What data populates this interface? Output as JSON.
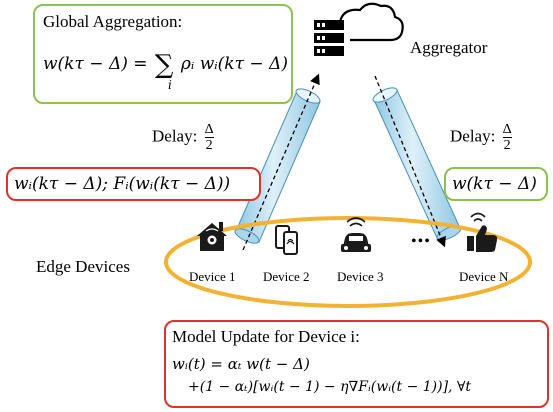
{
  "aggregation": {
    "title": "Global Aggregation:",
    "formula": "w(kτ − Δ) = Σ_i ρ_i w_i(kτ − Δ)",
    "lhs": "w(kτ − Δ) =",
    "sum_symbol": "∑",
    "sum_index": "i",
    "rhs": "ρᵢ wᵢ(kτ − Δ)"
  },
  "aggregator_label": "Aggregator",
  "delay": {
    "prefix": "Delay:",
    "numerator": "Δ",
    "denominator": "2"
  },
  "upload_box": "wᵢ(kτ − Δ); Fᵢ(wᵢ(kτ − Δ))",
  "download_box": "w(kτ − Δ)",
  "edge_devices_label": "Edge Devices",
  "devices": [
    {
      "label": "Device 1",
      "icon": "smart-home-icon"
    },
    {
      "label": "Device 2",
      "icon": "smartphones-icon"
    },
    {
      "label": "Device 3",
      "icon": "connected-car-icon"
    },
    {
      "label": "Device N",
      "icon": "connected-thumbs-up-icon"
    }
  ],
  "ellipsis": "•••",
  "update": {
    "title": "Model Update for Device i:",
    "line1": "wᵢ(t) = αₜ w(t − Δ)",
    "line2": "+(1 − αₜ)[wᵢ(t − 1) − η∇Fᵢ(wᵢ(t − 1))], ∀t"
  },
  "colors": {
    "green_border": "#8cc24f",
    "red_border": "#e0312a",
    "ellipse": "#f2b233",
    "tube": "#bfe1f2"
  }
}
